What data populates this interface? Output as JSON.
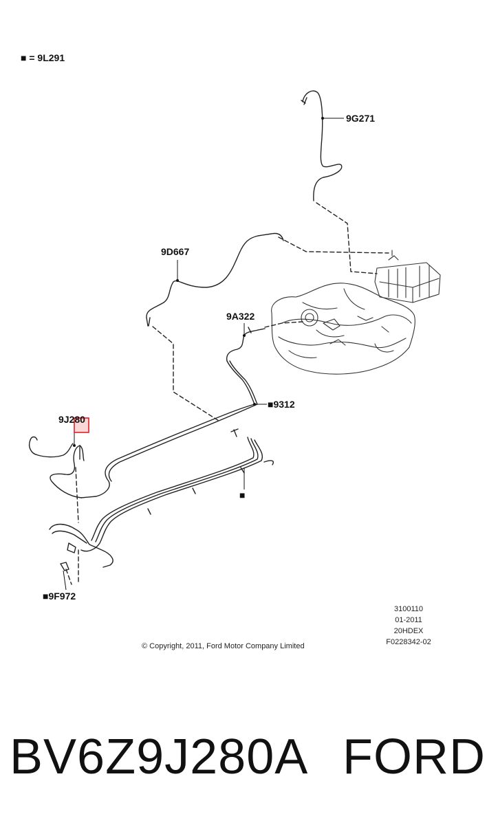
{
  "legend": {
    "marker": "■",
    "text": " = 9L291"
  },
  "callouts": {
    "part_9G271": "9G271",
    "part_9D667": "9D667",
    "part_9A322": "9A322",
    "part_9312": "■9312",
    "part_9J280": "9J280",
    "part_marker": "■",
    "part_9F972": "■9F972"
  },
  "copyright": "© Copyright, 2011, Ford Motor Company Limited",
  "stamp": [
    "3100110",
    "01-2011",
    "20HDEX",
    "F0228342-02"
  ],
  "footer": {
    "part_number": "BV6Z9J280A",
    "brand": "FORD"
  },
  "highlight_color": "#e0202a"
}
